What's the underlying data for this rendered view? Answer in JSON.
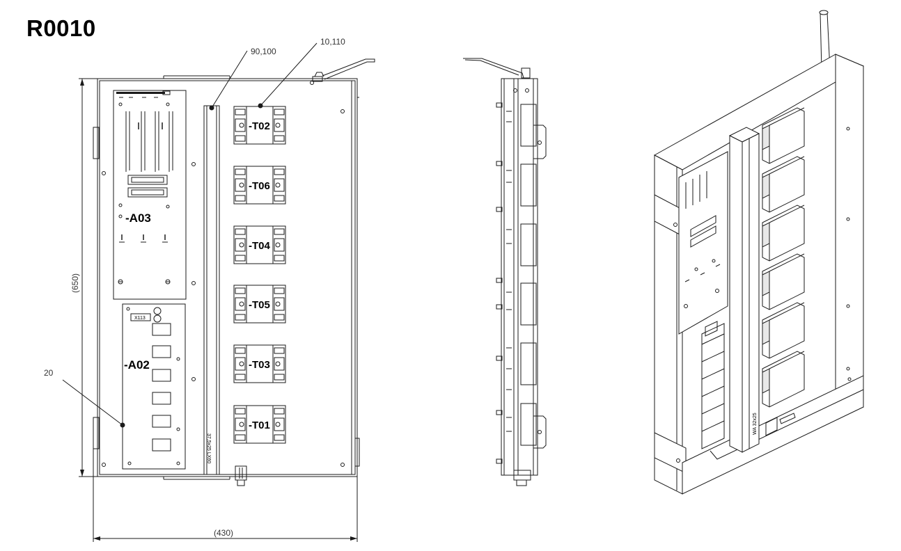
{
  "title": "R0010",
  "callouts": {
    "duct": "90,100",
    "transformers": "10,110",
    "bracket": "20"
  },
  "dimensions": {
    "height": "(650)",
    "width": "(430)"
  },
  "modules": {
    "a03": "-A03",
    "a02": "-A02",
    "a02_tag": "X113"
  },
  "duct_text": "37,5x25 LX60",
  "transformers": [
    {
      "id": "t02",
      "label": "-T02"
    },
    {
      "id": "t06",
      "label": "-T06"
    },
    {
      "id": "t04",
      "label": "-T04"
    },
    {
      "id": "t05",
      "label": "-T05"
    },
    {
      "id": "t03",
      "label": "-T03"
    },
    {
      "id": "t01",
      "label": "-T01"
    }
  ],
  "iso_duct_text": "WA 32x25"
}
